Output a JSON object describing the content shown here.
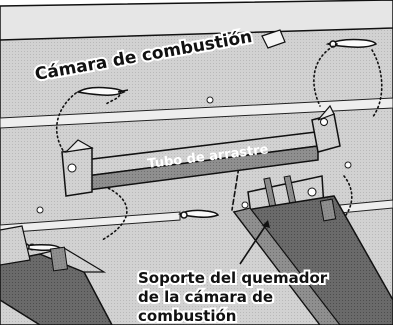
{
  "labels": {
    "combustion_chamber": "Cámara de combustión",
    "drag_tube": "Tubo de arrastre",
    "bracket_line1": "Soporte del quemador",
    "bracket_line2": "de la cámara de",
    "bracket_line3": "combustión"
  },
  "icons": {
    "pins": [
      "hitch-pin-icon",
      "hitch-pin-icon",
      "hitch-pin-icon",
      "hitch-pin-icon"
    ],
    "clip": "clip-icon"
  },
  "colors": {
    "panel_light": "#dcdcdc",
    "panel_mid": "#bdbdbd",
    "panel_dark": "#7d7d7d",
    "tube_dark": "#5a5a5a",
    "outline": "#111111"
  }
}
